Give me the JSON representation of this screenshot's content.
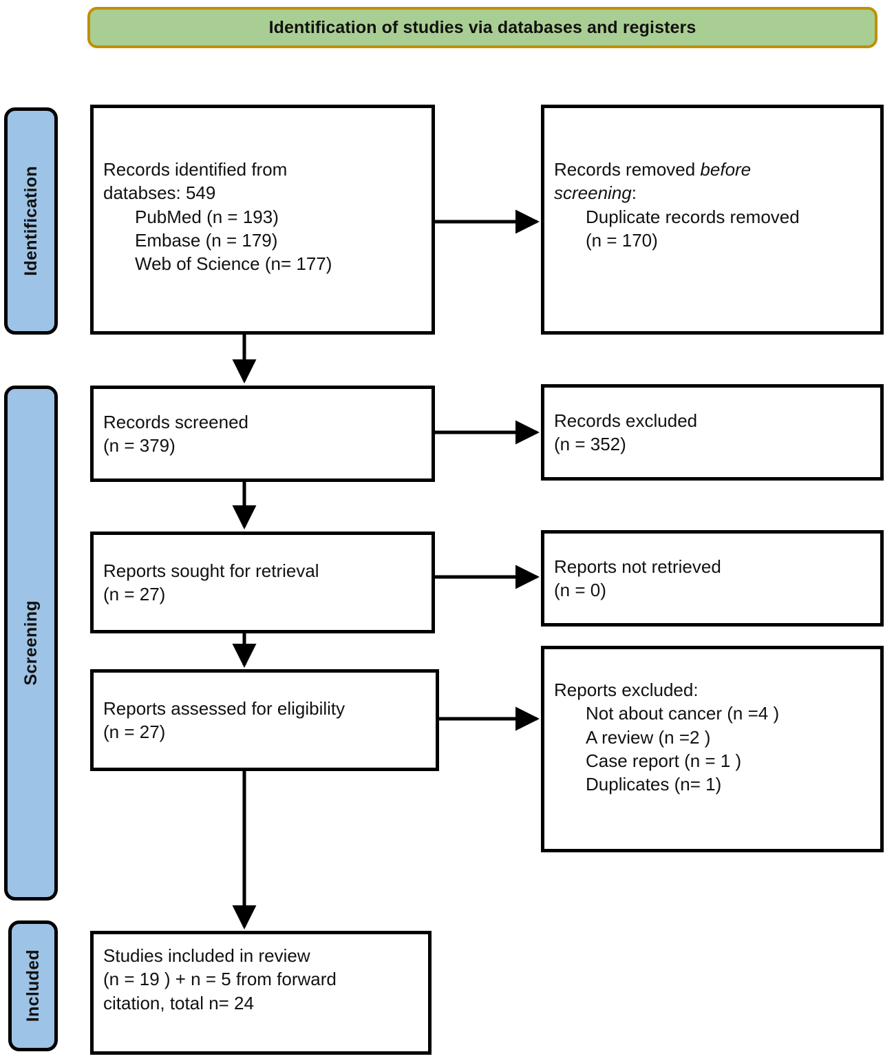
{
  "header": {
    "title": "Identification of studies via databases and registers"
  },
  "stages": [
    {
      "id": "identification",
      "label": "Identification"
    },
    {
      "id": "screening",
      "label": "Screening"
    },
    {
      "id": "included",
      "label": "Included"
    }
  ],
  "boxes": {
    "identified": {
      "name": "records-identified",
      "line1": "Records identified from",
      "line2": "databses: 549",
      "line3": "PubMed (n = 193)",
      "line4": "Embase (n = 179)",
      "line5": "Web of Science (n= 177)"
    },
    "removed": {
      "name": "records-removed-before-screening",
      "line1_pre": "Records removed ",
      "line1_ital": "before",
      "line2_ital": "screening",
      "line2_post": ":",
      "line3": "Duplicate records removed",
      "line4": "(n = 170)"
    },
    "screened": {
      "name": "records-screened",
      "line1": "Records screened",
      "line2": "(n = 379)"
    },
    "excluded_records": {
      "name": "records-excluded",
      "line1": "Records excluded",
      "line2": "(n = 352)"
    },
    "sought": {
      "name": "reports-sought-for-retrieval",
      "line1": "Reports sought for retrieval",
      "line2": "(n = 27)"
    },
    "not_retrieved": {
      "name": "reports-not-retrieved",
      "line1": "Reports not retrieved",
      "line2": "(n = 0)"
    },
    "eligibility": {
      "name": "reports-assessed-for-eligibility",
      "line1": "Reports assessed for eligibility",
      "line2": "(n = 27)"
    },
    "reports_excluded": {
      "name": "reports-excluded",
      "line1": "Reports excluded:",
      "line2": "Not about cancer (n =4 )",
      "line3": "A review (n =2 )",
      "line4": "Case report (n = 1 )",
      "line5": "Duplicates (n= 1)"
    },
    "included": {
      "name": "studies-included-in-review",
      "line1": "Studies included in review",
      "line2": "(n = 19 ) + n = 5 from forward",
      "line3": "citation, total n= 24"
    }
  },
  "colors": {
    "header_fill": "#A9CE93",
    "header_border": "#BF9000",
    "stage_fill": "#9DC3E6",
    "stage_border": "#000000",
    "box_border": "#000000",
    "box_fill": "#FFFFFF",
    "arrow": "#000000",
    "text": "#111111"
  },
  "chart_data": {
    "type": "table",
    "title": "PRISMA 2020 flow diagram",
    "records_identified_total": 549,
    "sources": [
      {
        "name": "PubMed",
        "n": 193
      },
      {
        "name": "Embase",
        "n": 179
      },
      {
        "name": "Web of Science",
        "n": 177
      }
    ],
    "duplicate_records_removed": 170,
    "records_screened": 379,
    "records_excluded": 352,
    "reports_sought_for_retrieval": 27,
    "reports_not_retrieved": 0,
    "reports_assessed_for_eligibility": 27,
    "reports_excluded_reasons": [
      {
        "reason": "Not about cancer",
        "n": 4
      },
      {
        "reason": "A review",
        "n": 2
      },
      {
        "reason": "Case report",
        "n": 1
      },
      {
        "reason": "Duplicates",
        "n": 1
      }
    ],
    "studies_included_in_review": 19,
    "studies_from_forward_citation": 5,
    "studies_total": 24
  }
}
